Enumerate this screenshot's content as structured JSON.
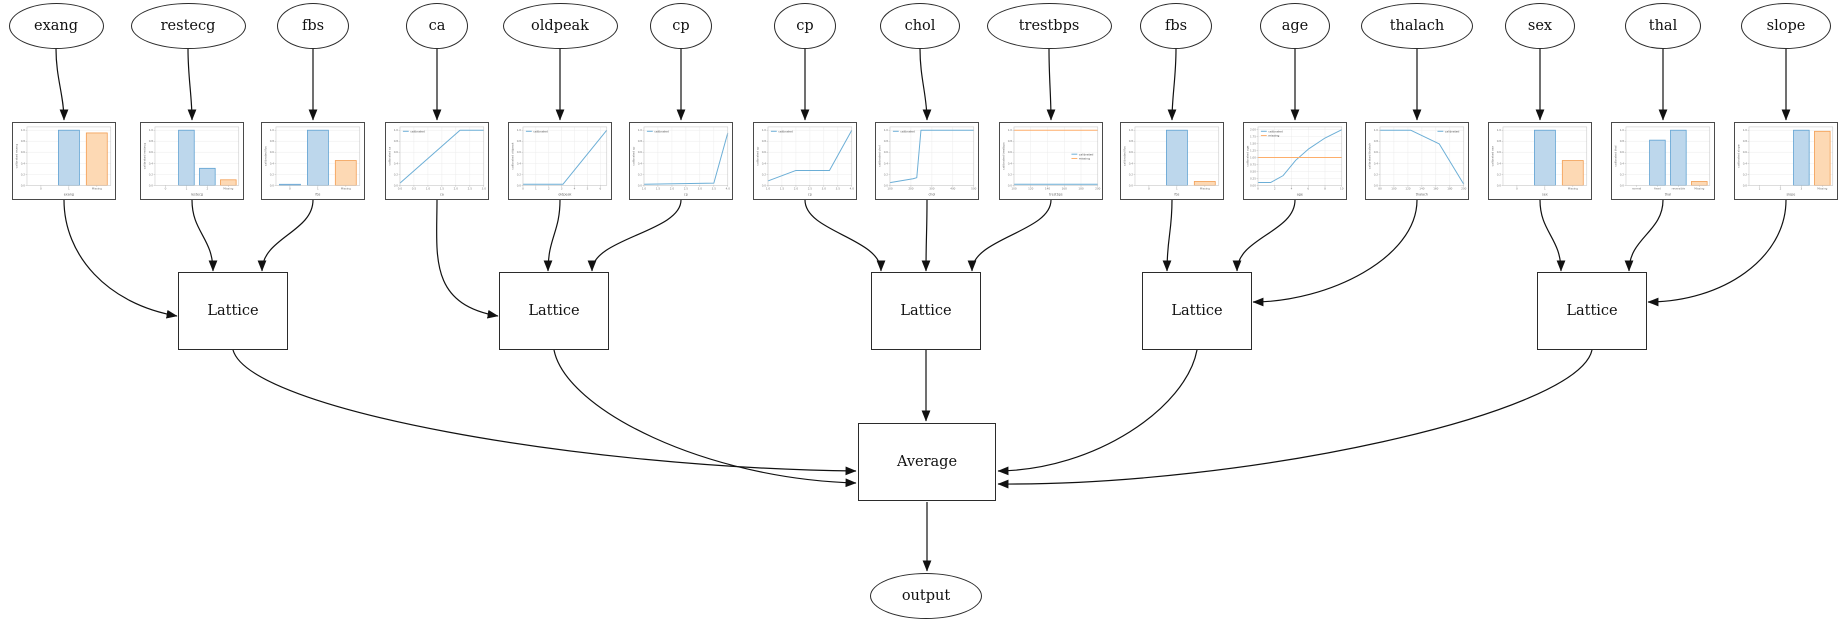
{
  "diagram": {
    "features": [
      "exang",
      "restecg",
      "fbs",
      "ca",
      "oldpeak",
      "cp",
      "cp",
      "chol",
      "trestbps",
      "fbs",
      "age",
      "thalach",
      "sex",
      "thal",
      "slope"
    ],
    "lattice_label": "Lattice",
    "average_label": "Average",
    "output_label": "output",
    "groups": [
      [
        0,
        1,
        2
      ],
      [
        3,
        4,
        5
      ],
      [
        6,
        7,
        8
      ],
      [
        9,
        10,
        11
      ],
      [
        12,
        13,
        14
      ]
    ]
  },
  "colors": {
    "edge": "#111111",
    "grid": "#ebebeb",
    "frame": "#c9c9c9",
    "tick_text": "#777777",
    "label_text": "#666666",
    "line_blue": "#6baed6",
    "line_orange": "#fdae6b",
    "bar_blue_fill": "#bdd7ec",
    "bar_blue_edge": "#5b9fd1",
    "bar_orange_fill": "#fdd9b4",
    "bar_orange_edge": "#f29c50"
  },
  "chart_data": [
    {
      "type": "bar",
      "xlabel": "exang",
      "ylabel": "calibrated exang",
      "categories": [
        "0",
        "1",
        "Missing"
      ],
      "values": [
        0,
        1.0,
        0.95
      ],
      "colors": [
        "blue",
        "blue",
        "orange"
      ],
      "yticks": [
        "0.0",
        "0.2",
        "0.4",
        "0.6",
        "0.8",
        "1.0"
      ],
      "ylim": [
        0,
        1.06
      ]
    },
    {
      "type": "bar",
      "xlabel": "restecg",
      "ylabel": "calibrated restecg",
      "categories": [
        "0",
        "1",
        "2",
        "Missing"
      ],
      "values": [
        0,
        1.0,
        0.31,
        0.1
      ],
      "colors": [
        "blue",
        "blue",
        "blue",
        "orange"
      ],
      "yticks": [
        "0.0",
        "0.2",
        "0.4",
        "0.6",
        "0.8",
        "1.0"
      ],
      "ylim": [
        0,
        1.06
      ]
    },
    {
      "type": "bar",
      "xlabel": "fbs",
      "ylabel": "calibrated fbs",
      "categories": [
        "0",
        "1",
        "Missing"
      ],
      "values": [
        0.02,
        1.0,
        0.45
      ],
      "colors": [
        "blue",
        "blue",
        "orange"
      ],
      "yticks": [
        "0.0",
        "0.2",
        "0.4",
        "0.6",
        "0.8",
        "1.0"
      ],
      "ylim": [
        0,
        1.06
      ]
    },
    {
      "type": "line",
      "xlabel": "ca",
      "ylabel": "calibrated ca",
      "xlim": [
        0,
        3
      ],
      "xticks": [
        "0.0",
        "0.5",
        "1.0",
        "1.5",
        "2.0",
        "2.5",
        "3.0"
      ],
      "yticks": [
        "0.0",
        "0.2",
        "0.4",
        "0.6",
        "0.8",
        "1.0"
      ],
      "ylim": [
        0,
        1.06
      ],
      "legend": {
        "pos": "tl",
        "entries": [
          {
            "label": "calibrated",
            "color": "blue"
          }
        ]
      },
      "lines": [
        {
          "name": "calibrated",
          "color": "blue",
          "points": [
            [
              0,
              0.04
            ],
            [
              2.15,
              1.0
            ],
            [
              3,
              1.0
            ]
          ]
        }
      ]
    },
    {
      "type": "line",
      "xlabel": "oldpeak",
      "ylabel": "calibrated oldpeak",
      "xlim": [
        0,
        6.5
      ],
      "xticks": [
        "0",
        "1",
        "2",
        "3",
        "4",
        "5",
        "6"
      ],
      "yticks": [
        "0.0",
        "0.2",
        "0.4",
        "0.6",
        "0.8",
        "1.0"
      ],
      "ylim": [
        0,
        1.06
      ],
      "legend": {
        "pos": "tl",
        "entries": [
          {
            "label": "calibrated",
            "color": "blue"
          }
        ]
      },
      "lines": [
        {
          "name": "calibrated",
          "color": "blue",
          "points": [
            [
              0,
              0.02
            ],
            [
              3.1,
              0.02
            ],
            [
              6.5,
              1.0
            ]
          ]
        }
      ]
    },
    {
      "type": "line",
      "xlabel": "cp",
      "ylabel": "calibrated cp",
      "xlim": [
        1,
        4
      ],
      "xticks": [
        "1.0",
        "1.5",
        "2.0",
        "2.5",
        "3.0",
        "3.5",
        "4.0"
      ],
      "yticks": [
        "0.0",
        "0.2",
        "0.4",
        "0.6",
        "0.8",
        "1.0"
      ],
      "ylim": [
        0,
        1.06
      ],
      "legend": {
        "pos": "tl",
        "entries": [
          {
            "label": "calibrated",
            "color": "blue"
          }
        ]
      },
      "lines": [
        {
          "name": "calibrated",
          "color": "blue",
          "points": [
            [
              1,
              0.02
            ],
            [
              3.5,
              0.04
            ],
            [
              4,
              0.95
            ]
          ]
        }
      ]
    },
    {
      "type": "line",
      "xlabel": "cp",
      "ylabel": "calibrated cp",
      "xlim": [
        1,
        4
      ],
      "xticks": [
        "1.0",
        "1.5",
        "2.0",
        "2.5",
        "3.0",
        "3.5",
        "4.0"
      ],
      "yticks": [
        "0.0",
        "0.2",
        "0.4",
        "0.6",
        "0.8",
        "1.0"
      ],
      "ylim": [
        0,
        1.06
      ],
      "legend": {
        "pos": "tl",
        "entries": [
          {
            "label": "calibrated",
            "color": "blue"
          }
        ]
      },
      "lines": [
        {
          "name": "calibrated",
          "color": "blue",
          "points": [
            [
              1,
              0.08
            ],
            [
              2,
              0.27
            ],
            [
              3.2,
              0.27
            ],
            [
              4,
              1.0
            ]
          ]
        }
      ]
    },
    {
      "type": "line",
      "xlabel": "chol",
      "ylabel": "calibrated chol",
      "xlim": [
        100,
        500
      ],
      "xticks": [
        "100",
        "200",
        "300",
        "400",
        "500"
      ],
      "yticks": [
        "0.0",
        "0.2",
        "0.4",
        "0.6",
        "0.8",
        "1.0"
      ],
      "ylim": [
        0,
        1.06
      ],
      "legend": {
        "pos": "tl",
        "entries": [
          {
            "label": "calibrated",
            "color": "blue"
          }
        ]
      },
      "lines": [
        {
          "name": "calibrated",
          "color": "blue",
          "points": [
            [
              100,
              0.05
            ],
            [
              210,
              0.12
            ],
            [
              228,
              0.14
            ],
            [
              248,
              1.0
            ],
            [
              500,
              1.0
            ]
          ]
        }
      ]
    },
    {
      "type": "line",
      "xlabel": "trestbps",
      "ylabel": "calibrated trestbps",
      "xlim": [
        100,
        200
      ],
      "xticks": [
        "100",
        "120",
        "140",
        "160",
        "180",
        "200"
      ],
      "yticks": [
        "0.0",
        "0.2",
        "0.4",
        "0.6",
        "0.8",
        "1.0"
      ],
      "ylim": [
        0,
        1.06
      ],
      "legend": {
        "pos": "mr",
        "entries": [
          {
            "label": "calibrated",
            "color": "blue"
          },
          {
            "label": "missing",
            "color": "orange"
          }
        ]
      },
      "lines": [
        {
          "name": "calibrated",
          "color": "blue",
          "points": [
            [
              100,
              0.02
            ],
            [
              200,
              0.02
            ]
          ]
        },
        {
          "name": "missing",
          "color": "orange",
          "points": [
            [
              100,
              1.0
            ],
            [
              200,
              1.0
            ]
          ]
        }
      ]
    },
    {
      "type": "bar",
      "xlabel": "fbs",
      "ylabel": "calibrated fbs",
      "categories": [
        "0",
        "1",
        "Missing"
      ],
      "values": [
        0,
        1.0,
        0.07
      ],
      "colors": [
        "blue",
        "blue",
        "orange"
      ],
      "yticks": [
        "0.0",
        "0.2",
        "0.4",
        "0.6",
        "0.8",
        "1.0"
      ],
      "ylim": [
        0,
        1.06
      ]
    },
    {
      "type": "line",
      "xlabel": "age",
      "ylabel": "calibrated age",
      "xlim": [
        0,
        10
      ],
      "xticks": [
        "0",
        "2",
        "4",
        "6",
        "8",
        "10"
      ],
      "yticks": [
        "0.00",
        "0.25",
        "0.50",
        "0.75",
        "1.00",
        "1.25",
        "1.50",
        "1.75",
        "2.00"
      ],
      "ylim": [
        0,
        2.1
      ],
      "legend": {
        "pos": "tl",
        "entries": [
          {
            "label": "calibrated",
            "color": "blue"
          },
          {
            "label": "missing",
            "color": "orange"
          }
        ]
      },
      "lines": [
        {
          "name": "calibrated",
          "color": "blue",
          "points": [
            [
              0,
              0.1
            ],
            [
              1.5,
              0.1
            ],
            [
              3,
              0.35
            ],
            [
              4.5,
              0.9
            ],
            [
              6,
              1.3
            ],
            [
              8,
              1.7
            ],
            [
              10,
              2.0
            ]
          ]
        },
        {
          "name": "missing",
          "color": "orange",
          "points": [
            [
              0,
              1.0
            ],
            [
              10,
              1.0
            ]
          ]
        }
      ]
    },
    {
      "type": "line",
      "xlabel": "thalach",
      "ylabel": "calibrated thalach",
      "xlim": [
        80,
        200
      ],
      "xticks": [
        "80",
        "100",
        "120",
        "140",
        "160",
        "180",
        "200"
      ],
      "yticks": [
        "0.0",
        "0.2",
        "0.4",
        "0.6",
        "0.8",
        "1.0"
      ],
      "ylim": [
        0,
        1.06
      ],
      "legend": {
        "pos": "tr",
        "entries": [
          {
            "label": "calibrated",
            "color": "blue"
          }
        ]
      },
      "lines": [
        {
          "name": "calibrated",
          "color": "blue",
          "points": [
            [
              80,
              1.0
            ],
            [
              124,
              1.0
            ],
            [
              165,
              0.75
            ],
            [
              200,
              0.02
            ]
          ]
        }
      ]
    },
    {
      "type": "bar",
      "xlabel": "sex",
      "ylabel": "calibrated sex",
      "categories": [
        "0",
        "1",
        "Missing"
      ],
      "values": [
        0,
        1.0,
        0.45
      ],
      "colors": [
        "blue",
        "blue",
        "orange"
      ],
      "yticks": [
        "0.0",
        "0.2",
        "0.4",
        "0.6",
        "0.8",
        "1.0"
      ],
      "ylim": [
        0,
        1.06
      ]
    },
    {
      "type": "bar",
      "xlabel": "thal",
      "ylabel": "calibrated thal",
      "categories": [
        "normal",
        "fixed",
        "reversible",
        "Missing"
      ],
      "values": [
        0,
        0.82,
        1.0,
        0.07
      ],
      "colors": [
        "blue",
        "blue",
        "blue",
        "orange"
      ],
      "yticks": [
        "0.0",
        "0.2",
        "0.4",
        "0.6",
        "0.8",
        "1.0"
      ],
      "ylim": [
        0,
        1.06
      ]
    },
    {
      "type": "bar",
      "xlabel": "slope",
      "ylabel": "calibrated slope",
      "categories": [
        "1",
        "2",
        "3",
        "Missing"
      ],
      "values": [
        0,
        0,
        1.0,
        0.98
      ],
      "colors": [
        "blue",
        "blue",
        "blue",
        "orange"
      ],
      "yticks": [
        "0.0",
        "0.2",
        "0.4",
        "0.6",
        "0.8",
        "1.0"
      ],
      "ylim": [
        0,
        1.06
      ]
    }
  ]
}
